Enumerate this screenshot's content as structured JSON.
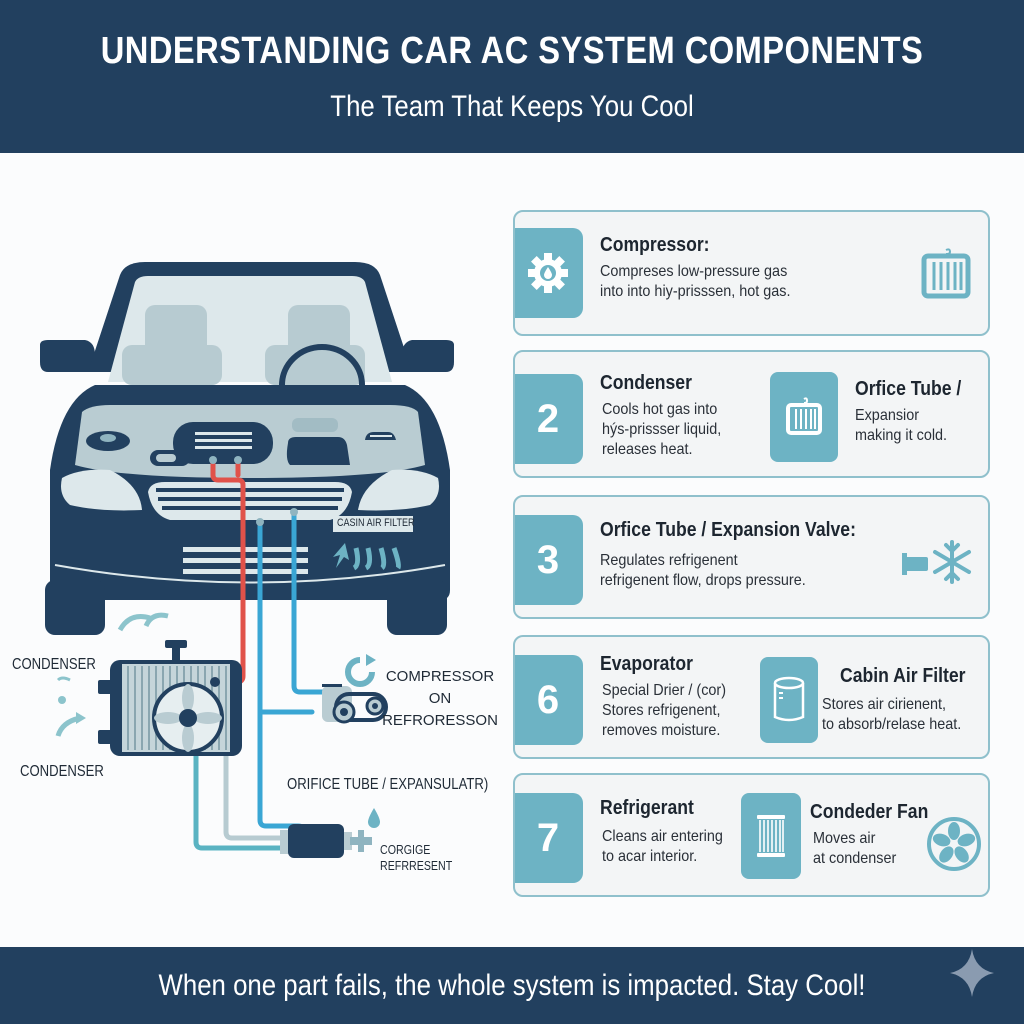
{
  "header": {
    "title": "UNDERSTANDING CAR AC SYSTEM COMPONENTS",
    "subtitle": "The Team That Keeps You Cool"
  },
  "diagram": {
    "labels": {
      "condenser_top": "CONDENSER",
      "condenser_bottom": "CONDENSER",
      "compressor_line1": "COMPRESSOR",
      "compressor_line2": "ON",
      "compressor_line3": "REFRORESSON",
      "orifice_tube": "ORIFICE TUBE / EXPANSULATR)",
      "corgice_line1": "CORGIGE",
      "corgice_line2": "REFRRESENT",
      "cabin_air_filter": "CASIN AIR FILTER"
    },
    "colors": {
      "navy": "#22405f",
      "hot_line": "#e0524a",
      "cold_line": "#3aa6d4",
      "teal": "#6db3c4",
      "glass": "#d4e2e6"
    }
  },
  "cards": [
    {
      "badge": "gear-drop",
      "title": "Compressor:",
      "desc": [
        "Compreses low-pressure gas",
        "into into hiy-prisssen, hot gas."
      ],
      "right_icon": "radiator-icon"
    },
    {
      "badge": "2",
      "title": "Condenser",
      "desc": [
        "Cools hot gas into",
        "hýs-prissser liquid,",
        "releases heat."
      ],
      "secondary": {
        "icon": "radiator-icon",
        "title": "Orfice Tube /",
        "desc": [
          "Expansior",
          "making it cold."
        ]
      }
    },
    {
      "badge": "3",
      "title": "Orfice Tube / Expansion Valve:",
      "desc": [
        "Regulates refrigenent",
        "refrigenent flow, drops pressure."
      ],
      "right_icon": "valve-snowflake-icon"
    },
    {
      "badge": "6",
      "title": "Evaporator",
      "desc": [
        "Special Drier / (cor)",
        "Stores refrigenent,",
        "removes moisture."
      ],
      "secondary": {
        "icon": "canister-icon",
        "title": "Cabin Air Filter",
        "desc": [
          "Stores air cirienent,",
          "to absorb/relase heat."
        ]
      }
    },
    {
      "badge": "7",
      "title": "Refrigerant",
      "desc": [
        "Cleans air entering",
        "to acar interior."
      ],
      "secondary": {
        "icon": "filter-icon",
        "title": "Condeder Fan",
        "desc": [
          "Moves air",
          "at condenser"
        ]
      },
      "right_icon": "fan-icon"
    }
  ],
  "footer": {
    "message": "When one part fails, the whole system is impacted. Stay Cool!"
  }
}
